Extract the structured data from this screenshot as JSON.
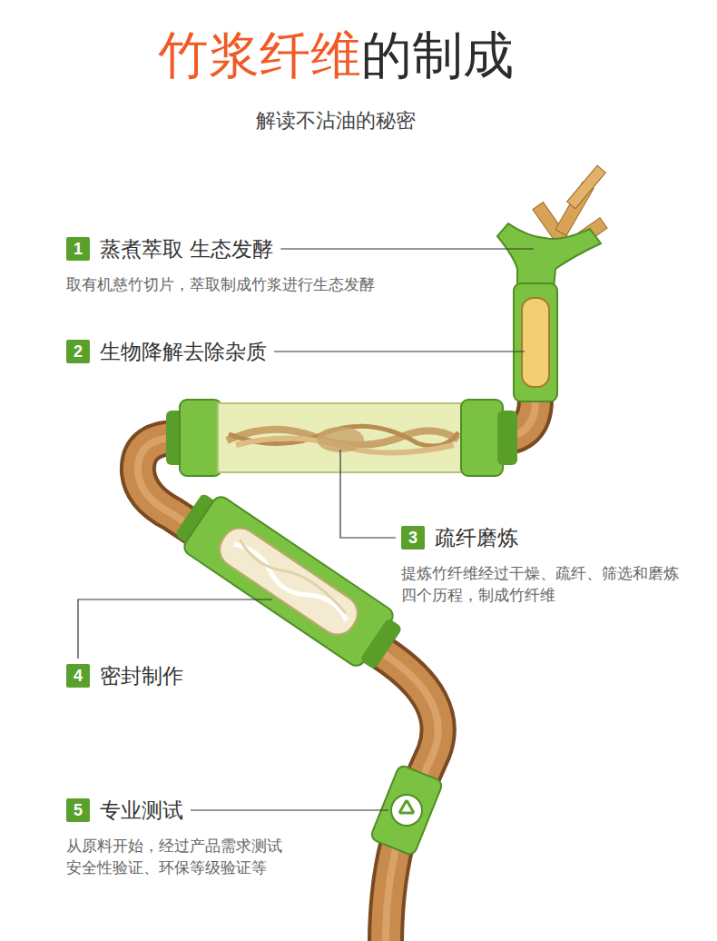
{
  "diagram": {
    "title": "竹浆纤维的制成",
    "nodes": [
      {
        "text": [
          "蒸煮萃取 生态发酵",
          "取有机慈竹切片，萃取制成竹浆进行生态发酵"
        ]
      },
      {
        "text": [
          "1"
        ],
        "in": 0
      },
      {
        "text": [
          "生物降解去除杂质"
        ]
      },
      {
        "text": [
          "2"
        ],
        "in": 2
      },
      {
        "text": [
          "疏纤磨炼",
          "提炼竹纤维经过干燥、疏纤、筛选和磨炼 四个历程，制成竹纤维"
        ]
      },
      {
        "text": [
          "3"
        ],
        "in": 4
      },
      {
        "text": [
          "密封制作"
        ]
      },
      {
        "text": [
          "4"
        ],
        "in": 6
      },
      {
        "text": [
          "专业测试",
          "从原料开始，经过产品需求测试 安全性验证、环保等级验证等"
        ]
      },
      {
        "text": [
          "5"
        ],
        "in": 8
      }
    ],
    "labels": [
      "解读不沾油的秘密"
    ]
  }
}
